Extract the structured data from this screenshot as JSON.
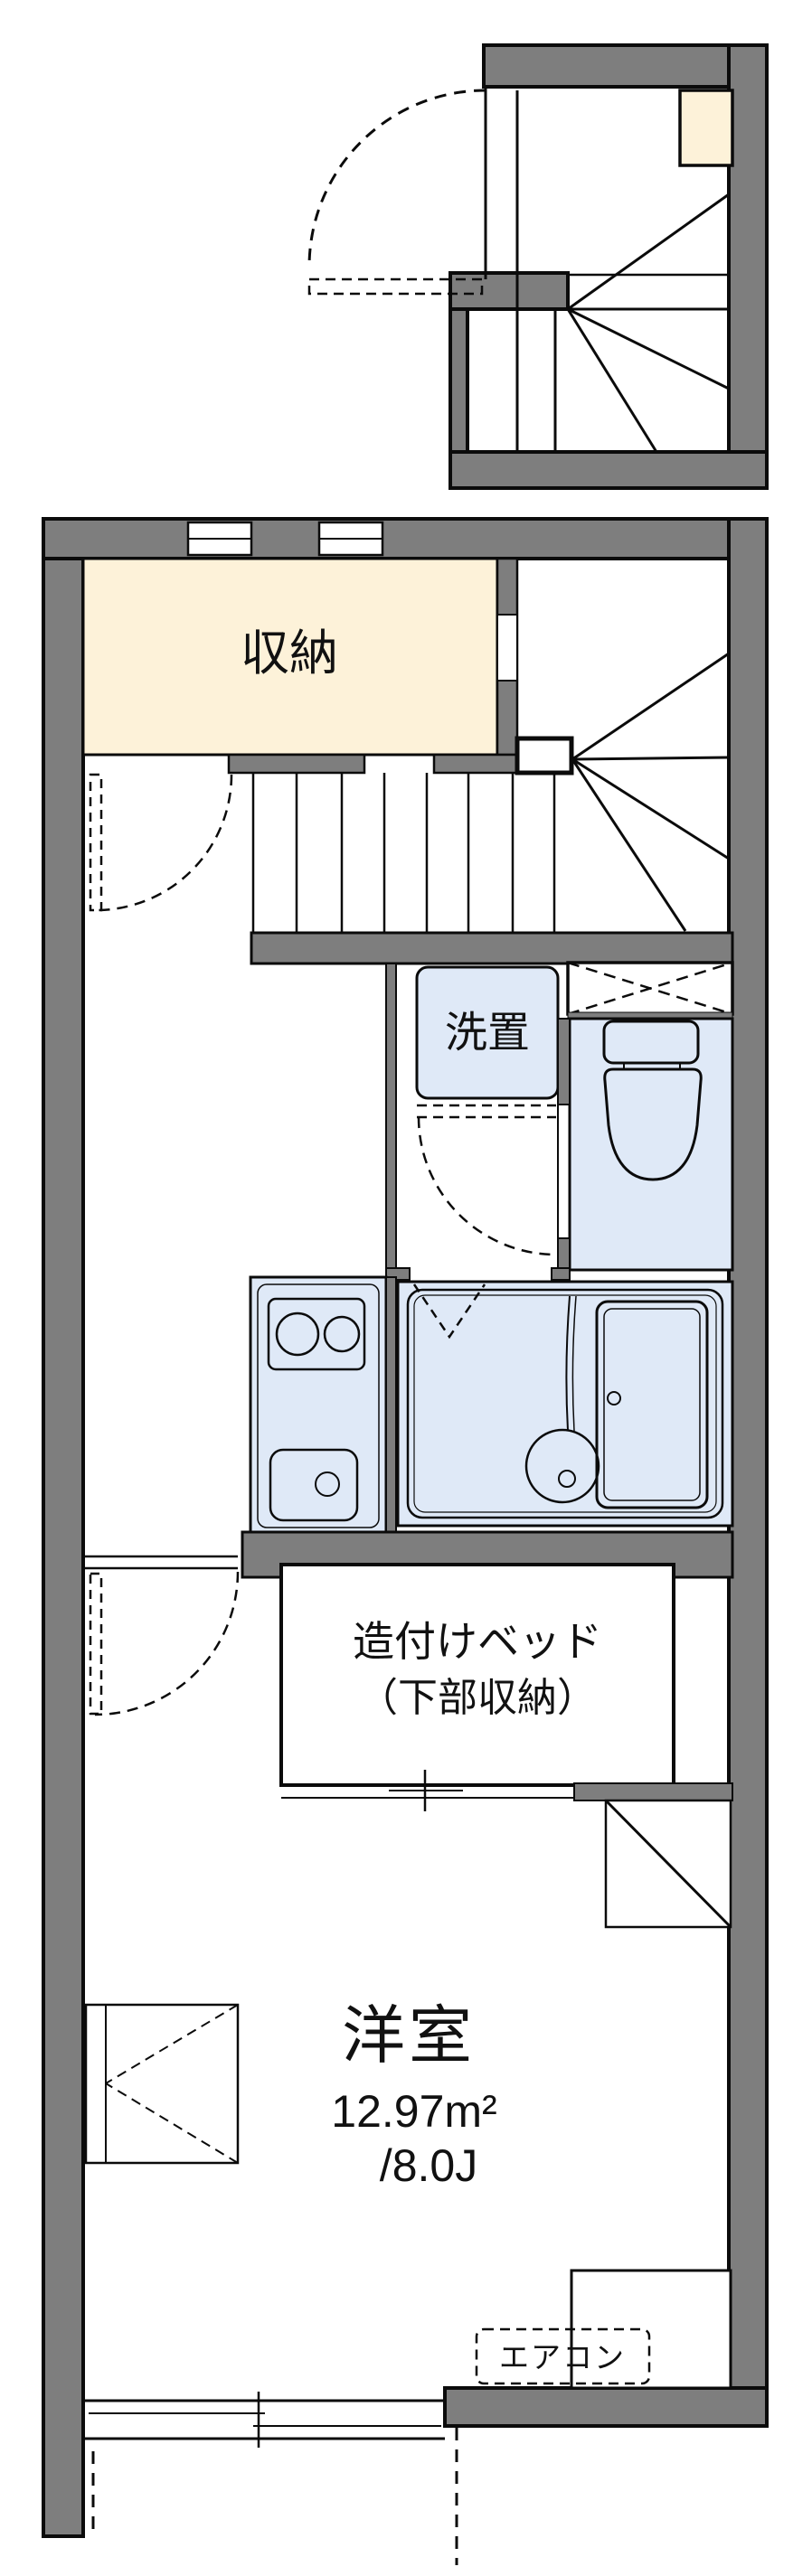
{
  "labels": {
    "storage": "収納",
    "washer_space": "洗置",
    "built_in_bed_line1": "造付けベッド",
    "built_in_bed_line2": "（下部収納）",
    "western_room": "洋室",
    "area_m2": "12.97m²",
    "area_jo": "/8.0J",
    "air_conditioner": "エアコン"
  },
  "colors": {
    "wall_gray": "#7e7e7e",
    "outline_black": "#0b0b0b",
    "storage_fill": "#fdf2d9",
    "wet_area_fill": "#dfe9f7",
    "background": "#ffffff"
  },
  "symbols": [
    "winder-staircase",
    "straight-staircase",
    "door-swing-arc",
    "folding-door",
    "sliding-window",
    "toilet",
    "bathtub",
    "washbasin",
    "kitchen-stove",
    "kitchen-sink",
    "hanging-cabinet-x-box",
    "air-conditioner-box"
  ]
}
